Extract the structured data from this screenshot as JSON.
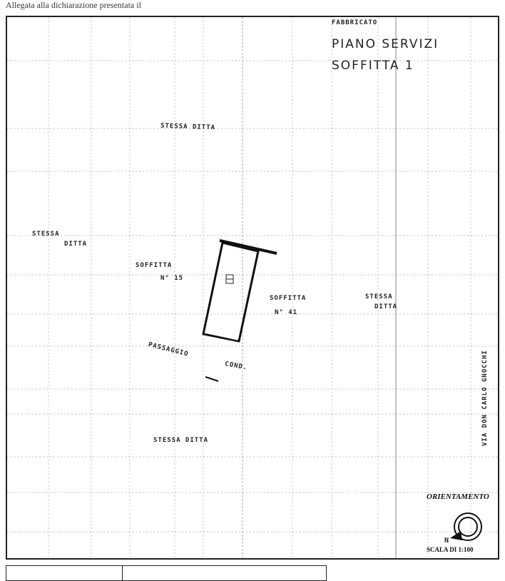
{
  "header": {
    "text": "Allegata alla dichiarazione presentata il"
  },
  "title": {
    "building": "FABBRICATO",
    "floor": "PIANO SERVIZI",
    "unit": "SOFFITTA 1"
  },
  "labels": {
    "top_owner": "STESSA   DITTA",
    "left_owner_1": "STESSA",
    "left_owner_2": "DITTA",
    "soffitta_15_a": "SOFFITTA",
    "soffitta_15_b": "N° 15",
    "soffitta_41_a": "SOFFITTA",
    "soffitta_41_b": "N° 41",
    "right_owner_1": "STESSA",
    "right_owner_2": "DITTA",
    "passage_1": "PASSAGGIO",
    "passage_2": "COND.",
    "bottom_owner": "STESSA   DITTA",
    "street": "VIA  DON  CARLO  GNOCCHI"
  },
  "orientation": {
    "label": "ORIENTAMENTO",
    "north": "N",
    "scale": "SCALA DI 1:100"
  }
}
